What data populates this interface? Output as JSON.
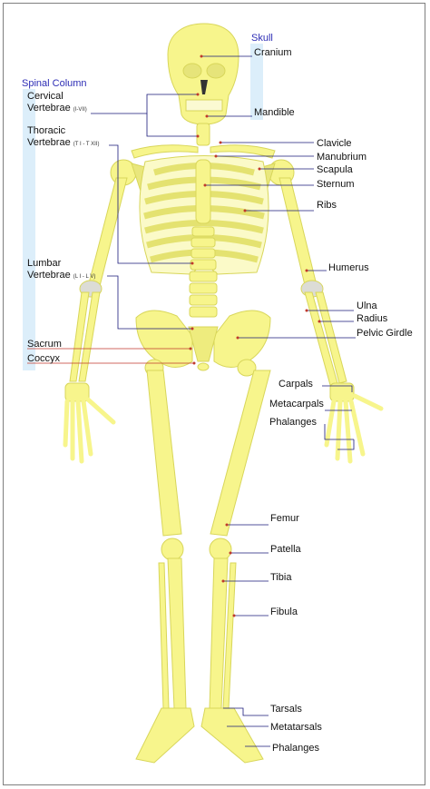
{
  "groups": {
    "skull": "Skull",
    "spinal_column": "Spinal Column"
  },
  "labels": {
    "cranium": "Cranium",
    "mandible": "Mandible",
    "cervical_1": "Cervical",
    "cervical_2": "Vertebrae",
    "cervical_range": "(I-VII)",
    "thoracic_1": "Thoracic",
    "thoracic_2": "Vertebrae",
    "thoracic_range": "(T I - T XII)",
    "lumbar_1": "Lumbar",
    "lumbar_2": "Vertebrae",
    "lumbar_range": "(L I - L V)",
    "sacrum": "Sacrum",
    "coccyx": "Coccyx",
    "clavicle": "Clavicle",
    "manubrium": "Manubrium",
    "scapula": "Scapula",
    "sternum": "Sternum",
    "ribs": "Ribs",
    "humerus": "Humerus",
    "ulna": "Ulna",
    "radius": "Radius",
    "pelvic_girdle": "Pelvic Girdle",
    "carpals": "Carpals",
    "metacarpals": "Metacarpals",
    "phalanges_hand": "Phalanges",
    "femur": "Femur",
    "patella": "Patella",
    "tibia": "Tibia",
    "fibula": "Fibula",
    "tarsals": "Tarsals",
    "metatarsals": "Metatarsals",
    "phalanges_foot": "Phalanges"
  },
  "colors": {
    "bone": "#f7f58c",
    "bone_stroke": "#d8d65a",
    "cartilage": "#dcdcd6",
    "group_bar": "#dceefa",
    "leader_line": "#1a1a7a",
    "pointer_dot": "#c0392b"
  }
}
